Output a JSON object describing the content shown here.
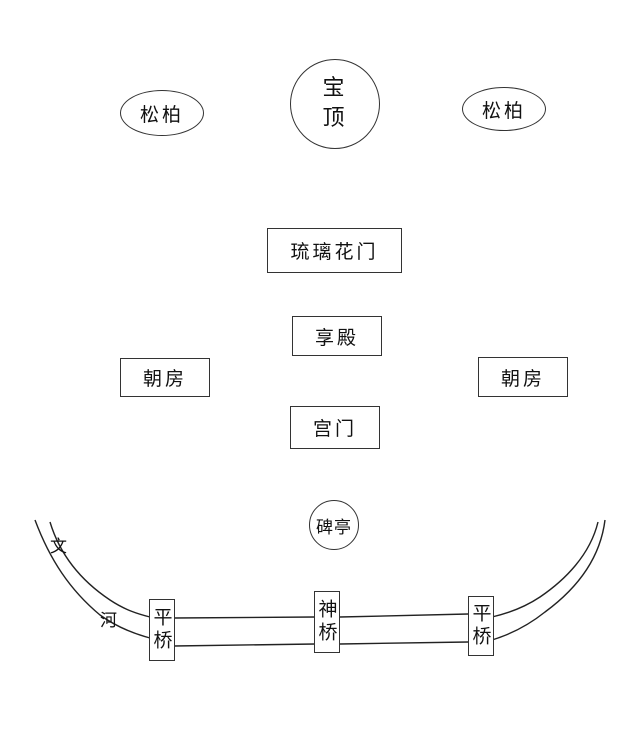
{
  "diagram": {
    "nodes": {
      "baoding": "宝 顶",
      "songbai_left": "松柏",
      "songbai_right": "松柏",
      "liuli_huamen": "琉璃花门",
      "xiangdian": "享殿",
      "chaofang_left": "朝房",
      "chaofang_right": "朝房",
      "gongmen": "宫门",
      "beiting": "碑亭",
      "pingqiao_left": "平桥",
      "shenqiao": "神桥",
      "pingqiao_right": "平桥"
    },
    "river_label": {
      "char_1": "文",
      "char_2": "河"
    }
  }
}
